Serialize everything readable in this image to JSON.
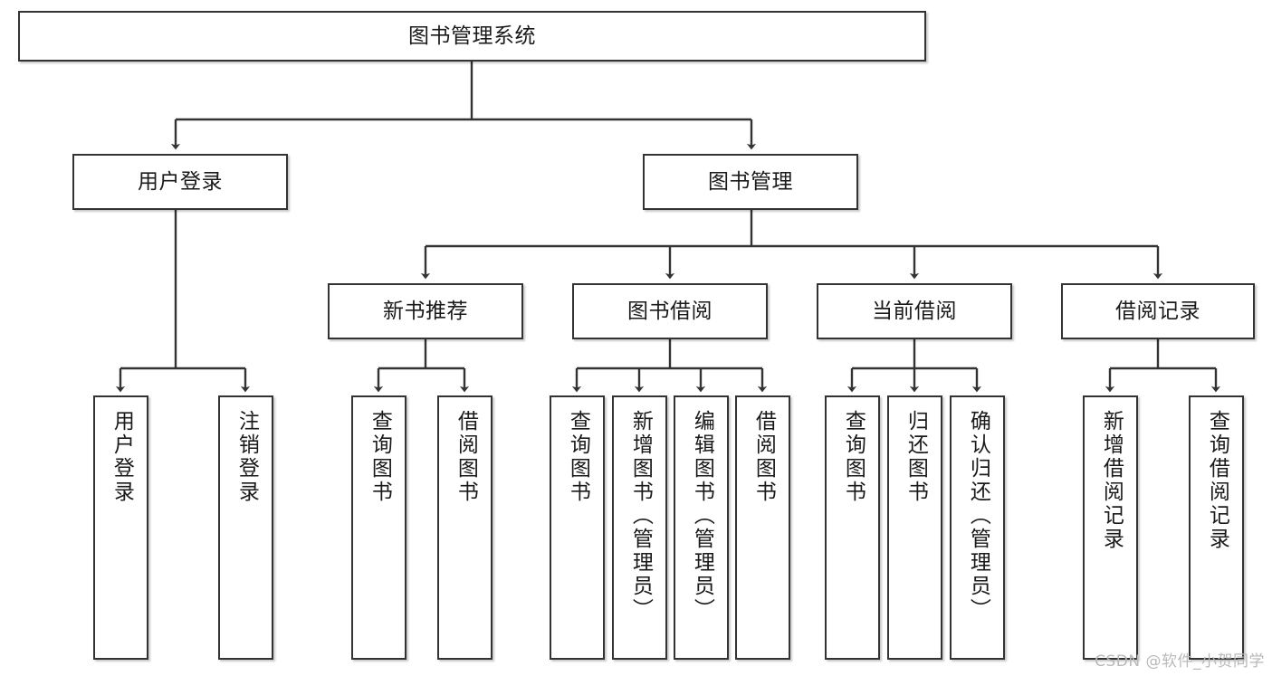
{
  "diagram": {
    "title": "图书管理系统",
    "type": "tree-hierarchy",
    "watermark": "CSDN @软件_小贺同学",
    "theme": {
      "background": "#ffffff",
      "box_border": "#333333",
      "box_fill": "#ffffff",
      "text": "#1a1a1a",
      "connector": "#333333",
      "watermark_color": "#b9b9b9"
    },
    "nodes": {
      "root": {
        "label": "图书管理系统",
        "level": 0
      },
      "level1": [
        {
          "id": "user-login",
          "label": "用户登录"
        },
        {
          "id": "book-management",
          "label": "图书管理"
        }
      ],
      "level2": [
        {
          "id": "new-book-recommend",
          "label": "新书推荐",
          "parent": "book-management"
        },
        {
          "id": "book-borrow",
          "label": "图书借阅",
          "parent": "book-management"
        },
        {
          "id": "current-borrow",
          "label": "当前借阅",
          "parent": "book-management"
        },
        {
          "id": "borrow-record",
          "label": "借阅记录",
          "parent": "book-management"
        }
      ],
      "leaves": {
        "user-login": [
          {
            "id": "leaf-user-login",
            "label": "用户登录"
          },
          {
            "id": "leaf-user-logout",
            "label": "注销登录"
          }
        ],
        "new-book-recommend": [
          {
            "id": "leaf-query-book-1",
            "label": "查询图书"
          },
          {
            "id": "leaf-borrow-book-1",
            "label": "借阅图书"
          }
        ],
        "book-borrow": [
          {
            "id": "leaf-query-book-2",
            "label": "查询图书"
          },
          {
            "id": "leaf-add-book",
            "label": "新增图书（管理员）"
          },
          {
            "id": "leaf-edit-book",
            "label": "编辑图书（管理员）"
          },
          {
            "id": "leaf-borrow-book-2",
            "label": "借阅图书"
          }
        ],
        "current-borrow": [
          {
            "id": "leaf-query-book-3",
            "label": "查询图书"
          },
          {
            "id": "leaf-return-book",
            "label": "归还图书"
          },
          {
            "id": "leaf-confirm-return",
            "label": "确认归还（管理员）"
          }
        ],
        "borrow-record": [
          {
            "id": "leaf-add-record",
            "label": "新增借阅记录"
          },
          {
            "id": "leaf-query-record",
            "label": "查询借阅记录"
          }
        ]
      }
    }
  }
}
